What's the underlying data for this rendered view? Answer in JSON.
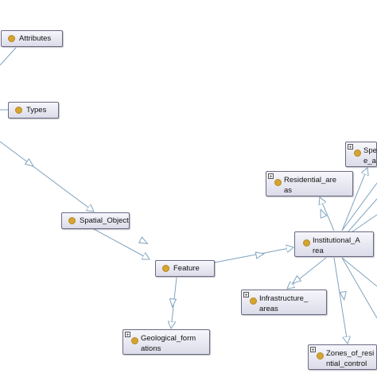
{
  "diagram": {
    "nodes": [
      {
        "id": "attributes",
        "label": "Attributes",
        "icon": "class-dot-icon",
        "expandable": false
      },
      {
        "id": "types",
        "label": "Types",
        "icon": "class-dot-icon",
        "expandable": false
      },
      {
        "id": "spatial_object",
        "label": "Spatial_Object",
        "icon": "class-dot-icon",
        "expandable": false
      },
      {
        "id": "feature",
        "label": "Feature",
        "icon": "class-dot-icon",
        "expandable": false
      },
      {
        "id": "geological_formations",
        "label": "Geological_form\nations",
        "icon": "class-dot-icon",
        "expandable": true
      },
      {
        "id": "residential_areas",
        "label": "Residential_are\nas",
        "icon": "class-dot-icon",
        "expandable": true
      },
      {
        "id": "institutional_area",
        "label": "Institutional_A\nrea",
        "icon": "class-dot-icon",
        "expandable": false
      },
      {
        "id": "infrastructure_areas",
        "label": "Infrastructure_\nareas",
        "icon": "class-dot-icon",
        "expandable": true
      },
      {
        "id": "zones_residential_control",
        "label": "Zones_of_resi\nntial_control",
        "icon": "class-dot-icon",
        "expandable": true
      },
      {
        "id": "special_area",
        "label": "Spe\ne_a",
        "icon": "class-dot-icon",
        "expandable": true
      }
    ],
    "edges": [
      {
        "from": "types",
        "to": "spatial_object"
      },
      {
        "from": "spatial_object",
        "to": "feature"
      },
      {
        "from": "feature",
        "to": "institutional_area"
      },
      {
        "from": "feature",
        "to": "geological_formations"
      },
      {
        "from": "institutional_area",
        "to": "residential_areas"
      },
      {
        "from": "institutional_area",
        "to": "infrastructure_areas"
      },
      {
        "from": "institutional_area",
        "to": "zones_residential_control"
      },
      {
        "from": "institutional_area",
        "to": "special_area"
      },
      {
        "from": "attributes",
        "to": "offscreen_left"
      },
      {
        "from": "types",
        "to": "offscreen_left"
      },
      {
        "from": "institutional_area",
        "to": "offscreen_right"
      }
    ],
    "colors": {
      "edge": "#7fa3bf",
      "node_border": "#6a6a86",
      "dot": "#d4a531"
    }
  }
}
